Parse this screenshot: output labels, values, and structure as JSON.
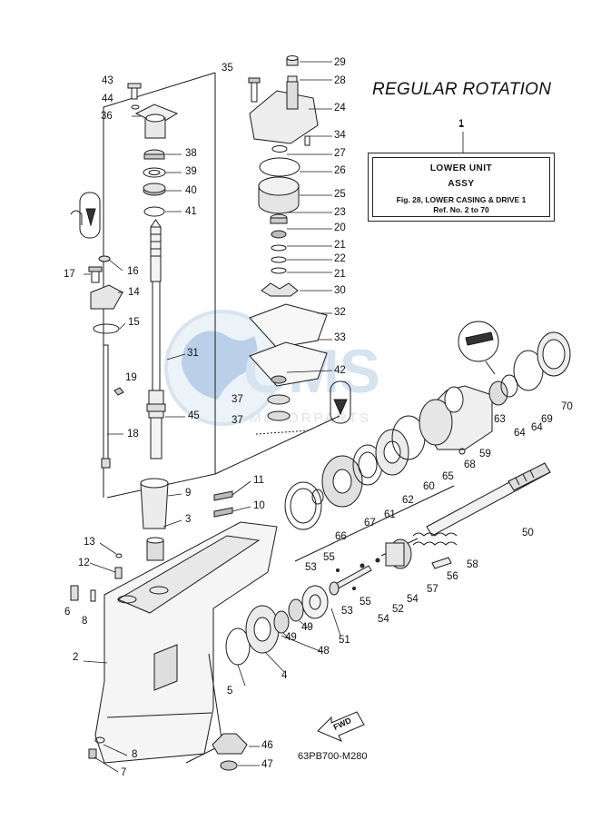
{
  "diagram": {
    "title": "REGULAR ROTATION",
    "reference_box": {
      "ref_number": "1",
      "line1": "LOWER UNIT",
      "line2": "ASSY",
      "line3": "Fig. 28, LOWER CASING & DRIVE 1",
      "line4": "Ref. No. 2 to 70"
    },
    "drawing_code": "63PB700-M280",
    "fwd_label": "FWD",
    "watermark_brand": "CMS",
    "watermark_subtitle": "MOTORPARTS",
    "part_labels": [
      "29",
      "28",
      "24",
      "35",
      "34",
      "27",
      "26",
      "25",
      "23",
      "20",
      "21",
      "22",
      "21",
      "30",
      "32",
      "33",
      "42",
      "37",
      "37",
      "43",
      "44",
      "36",
      "38",
      "39",
      "40",
      "41",
      "16",
      "17",
      "14",
      "15",
      "31",
      "19",
      "45",
      "18",
      "11",
      "10",
      "9",
      "3",
      "13",
      "12",
      "6",
      "8",
      "2",
      "5",
      "4",
      "49",
      "49",
      "48",
      "51",
      "53",
      "55",
      "55",
      "53",
      "54",
      "54",
      "52",
      "56",
      "57",
      "58",
      "50",
      "66",
      "67",
      "61",
      "62",
      "60",
      "65",
      "68",
      "59",
      "63",
      "64",
      "64",
      "69",
      "70",
      "1",
      "46",
      "47",
      "8",
      "7"
    ],
    "colors": {
      "line": "#1a1a1a",
      "watermark": "#c9d9e8",
      "watermark_globe": "#5b8fc7"
    }
  }
}
